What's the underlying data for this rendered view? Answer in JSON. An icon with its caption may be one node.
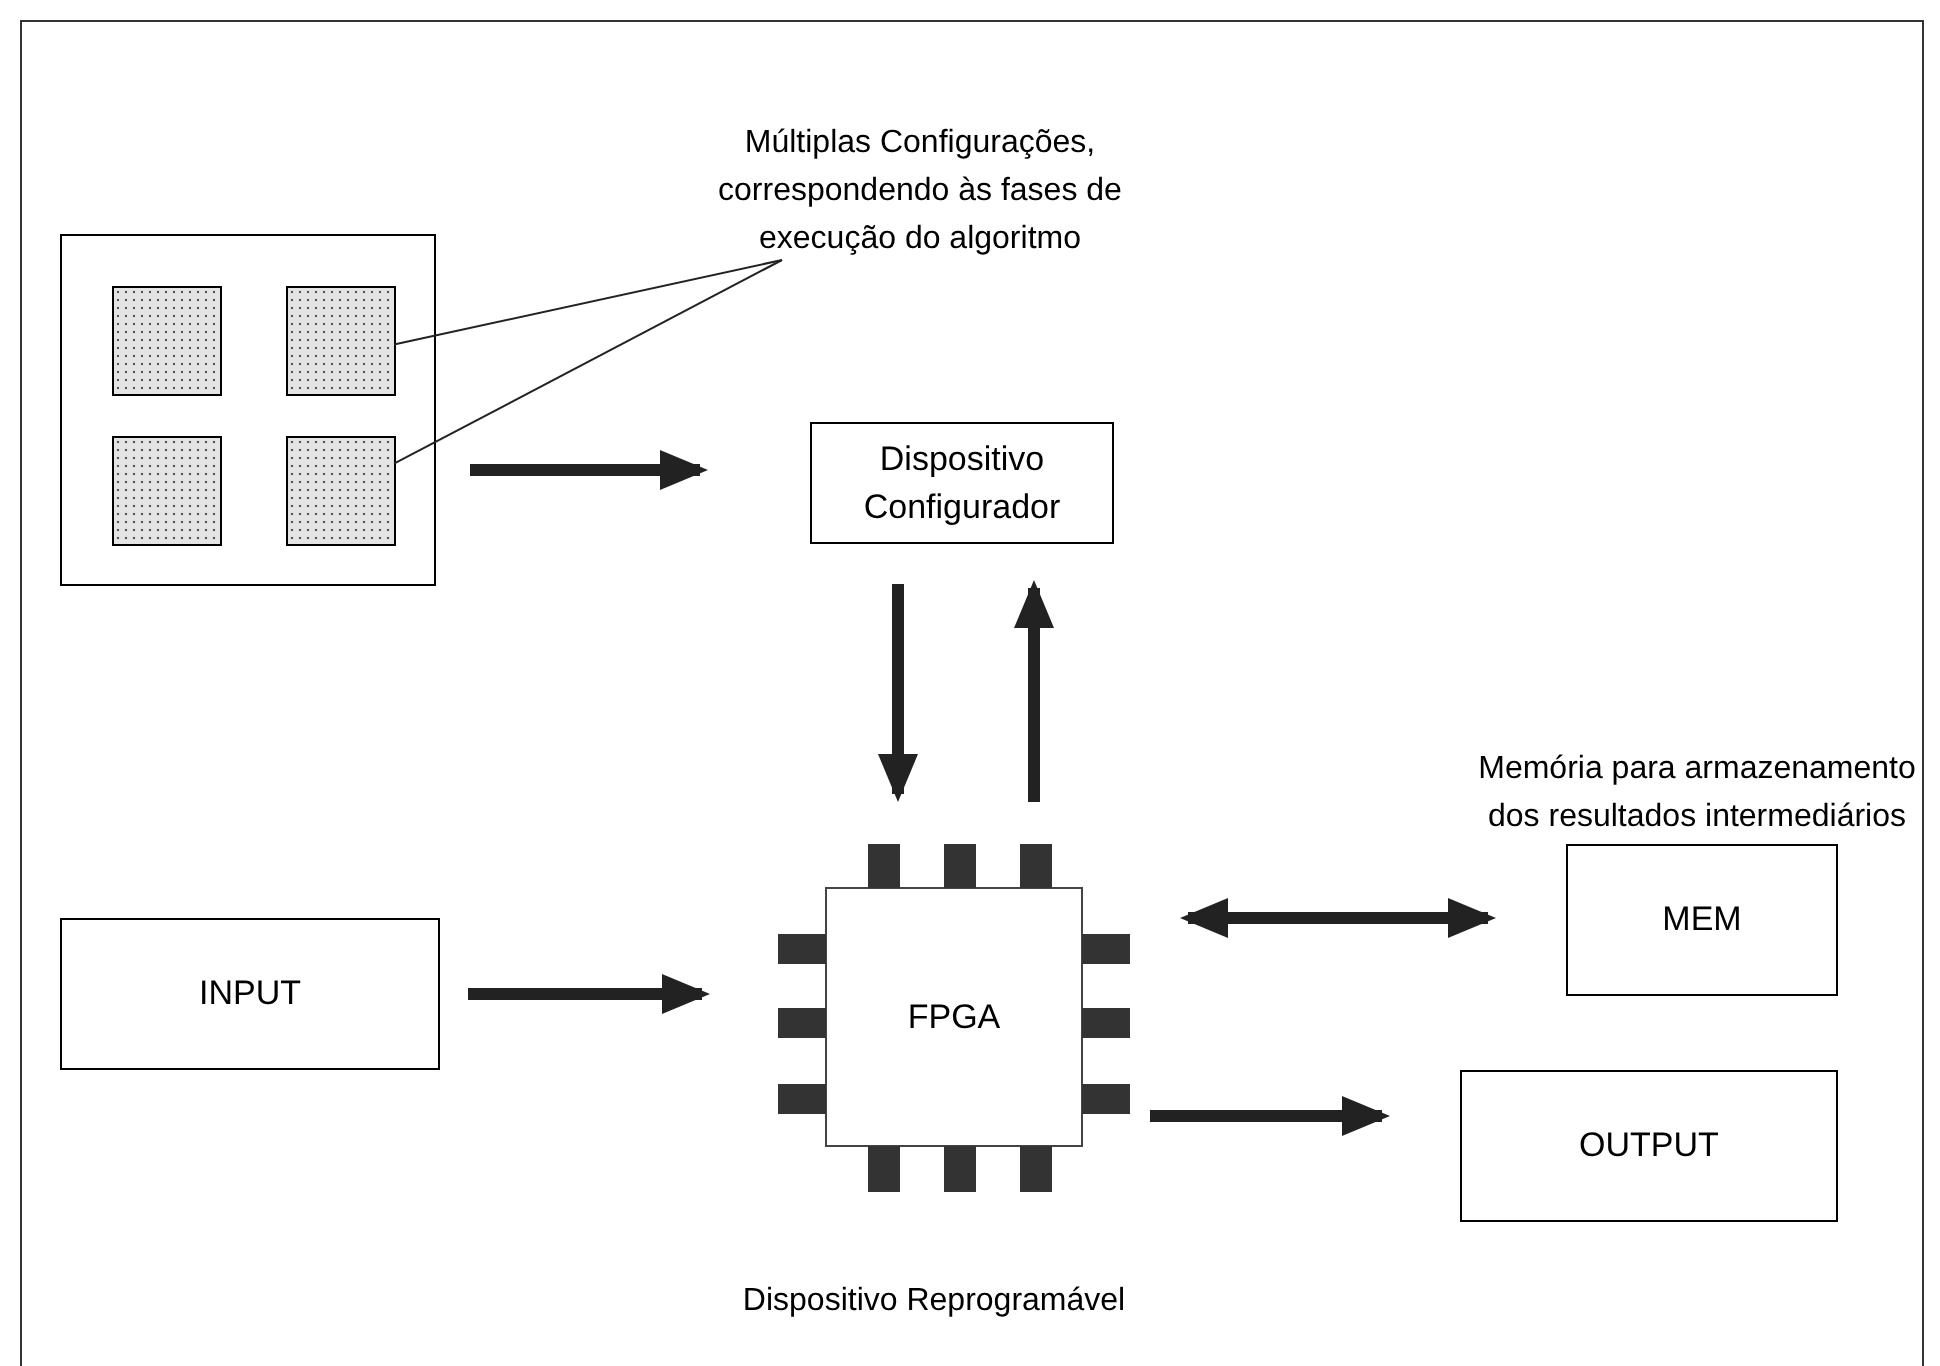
{
  "diagram": {
    "nodes": [
      {
        "text": [],
        "shape": "box"
      },
      {
        "text": [],
        "shape": "box",
        "in": 0
      },
      {
        "text": [],
        "shape": "box",
        "in": 0
      },
      {
        "text": [],
        "shape": "box",
        "in": 0
      },
      {
        "text": [],
        "shape": "box",
        "in": 0
      },
      {
        "text": [
          "Múltiplas Configurações, correspondendo às fases de execução do algoritmo"
        ]
      },
      {
        "text": [
          "Dispositivo Configurador"
        ]
      },
      {
        "text": [
          "FPGA"
        ]
      },
      {
        "text": [
          "INPUT"
        ]
      },
      {
        "text": [
          "Memória para armazenamento dos resultados intermediários",
          "MEM"
        ]
      },
      {
        "text": [
          "OUTPUT"
        ]
      }
    ],
    "edges": [
      {
        "from": 5,
        "to": 2,
        "arrow": "none"
      },
      {
        "from": 5,
        "to": 4,
        "arrow": "none"
      },
      {
        "from": 0,
        "to": 6,
        "arrow": "to"
      },
      {
        "from": 6,
        "to": 7,
        "arrow": "to"
      },
      {
        "from": 7,
        "to": 6,
        "arrow": "to"
      },
      {
        "from": 8,
        "to": 7,
        "arrow": "to"
      },
      {
        "from": 7,
        "to": 9,
        "arrow": "both"
      },
      {
        "from": 7,
        "to": 10,
        "arrow": "to"
      }
    ],
    "labels": [
      "Dispositivo Reprogramável"
    ]
  }
}
